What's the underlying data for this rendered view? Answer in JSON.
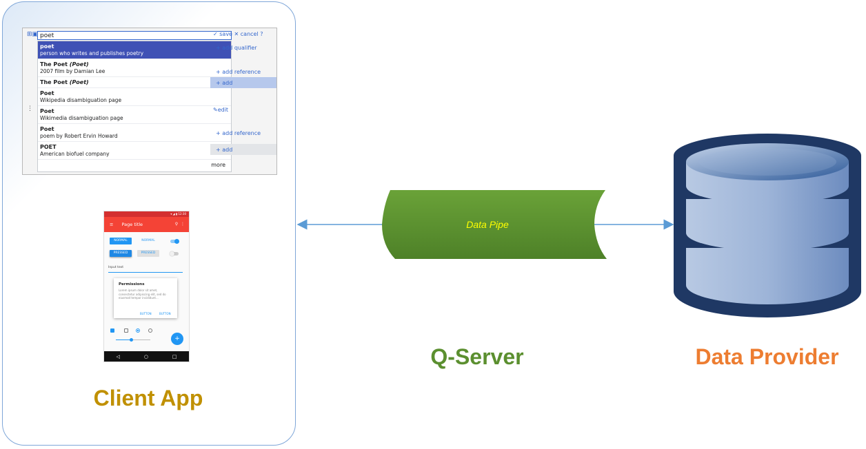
{
  "client_app": {
    "label": "Client App",
    "label_color": "#c09000",
    "border_color": "#7ea6d8",
    "wikidata": {
      "query": "poet",
      "suggestions": [
        {
          "title": "poet",
          "title_suffix": "",
          "description": "person who writes and publishes poetry",
          "selected": true
        },
        {
          "title": "The Poet",
          "title_suffix": "(Poet)",
          "description": "2007 film by Damian Lee",
          "selected": false
        },
        {
          "title": "The Poet",
          "title_suffix": "(Poet)",
          "description": "",
          "selected": false
        },
        {
          "title": "Poet",
          "title_suffix": "",
          "description": "Wikipedia disambiguation page",
          "selected": false
        },
        {
          "title": "Poet",
          "title_suffix": "",
          "description": "Wikimedia disambiguation page",
          "selected": false
        },
        {
          "title": "Poet",
          "title_suffix": "",
          "description": "poem by Robert Ervin Howard",
          "selected": false
        },
        {
          "title": "POET",
          "title_suffix": "",
          "description": "American biofuel company",
          "selected": false
        }
      ],
      "more_label": "more",
      "save_label": "save",
      "cancel_label": "cancel",
      "add_qualifier_label": "+ add qualifier",
      "add_reference_label": "+ add reference",
      "add_label": "+ add",
      "edit_label": "edit",
      "add_reference_label_2": "+ add reference",
      "add_label_2": "+ add"
    },
    "phone": {
      "status_time": "▾ ◢ ▮ 12:30",
      "page_title": "Page title",
      "button_normal_1": "NORMAL",
      "button_normal_2": "NORMAL",
      "button_pressed_1": "PRESSED",
      "button_pressed_2": "PRESSED",
      "input_text": "Input text",
      "card_title": "Permissions",
      "card_body": "Lorem ipsum dolor sit amet, consectetur adipiscing elit, sed do eiusmod tempor incididunt...",
      "card_button_1": "BUTTON",
      "card_button_2": "BUTTON",
      "fab_symbol": "+",
      "nav_back": "◁",
      "nav_home": "○",
      "nav_recent": "□"
    }
  },
  "q_server": {
    "label": "Q-Server",
    "pipe_label": "Data Pipe",
    "pipe_color": "#5b8f2f",
    "pipe_label_color": "#ffff00",
    "label_color": "#5b8f2f"
  },
  "data_provider": {
    "label": "Data Provider",
    "label_color": "#ed7d31",
    "db_dark_color": "#1f3864",
    "db_light_color": "#9db4d8"
  },
  "arrow_color": "#5b9bd5"
}
